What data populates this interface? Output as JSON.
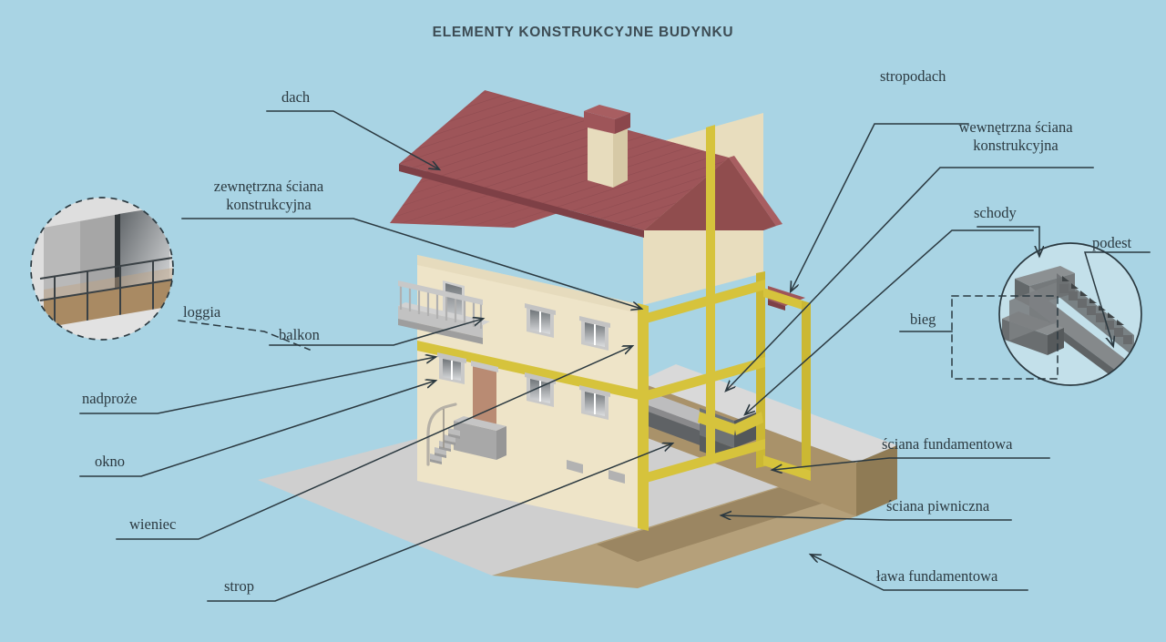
{
  "page": {
    "title": "ELEMENTY KONSTRUKCYJNE BUDYNKU",
    "language": "pl",
    "background_color": "#a9d4e4",
    "text_color": "#2c3a41"
  },
  "palette": {
    "background": "#a9d4e4",
    "roof_main": "#9e5559",
    "roof_shadow": "#8b474c",
    "wall_light": "#eee4c8",
    "wall_mid": "#e3d7b6",
    "wall_dark": "#d3c7a4",
    "structure_yellow": "#d6c33c",
    "structure_yellow_dark": "#b8a42c",
    "slab_grey": "#b9b9ba",
    "slab_grey_dark": "#8e8e90",
    "stairs_dark": "#5c6062",
    "stairs_mid": "#777b7d",
    "ground_grey": "#cfcfcf",
    "earth_brown": "#a08a63",
    "earth_brown_dark": "#8a7552",
    "line": "#2b3940",
    "inset_fill": "#dcdcdc"
  },
  "labels": [
    {
      "id": "dach",
      "text": "dach"
    },
    {
      "id": "zewnetrzna-sciana-konstrukcyjna",
      "text": "zewnętrzna ściana\nkonstrukcyjna",
      "line1": "zewnętrzna ściana",
      "line2": "konstrukcyjna"
    },
    {
      "id": "loggia",
      "text": "loggia"
    },
    {
      "id": "balkon",
      "text": "balkon"
    },
    {
      "id": "nadproze",
      "text": "nadproże"
    },
    {
      "id": "okno",
      "text": "okno"
    },
    {
      "id": "wieniec",
      "text": "wieniec"
    },
    {
      "id": "strop",
      "text": "strop"
    },
    {
      "id": "stropodach",
      "text": "stropodach"
    },
    {
      "id": "wewnetrzna-sciana-konstrukcyjna",
      "text": "wewnętrzna ściana\nkonstrukcyjna",
      "line1": "wewnętrzna ściana",
      "line2": "konstrukcyjna"
    },
    {
      "id": "schody",
      "text": "schody"
    },
    {
      "id": "podest",
      "text": "podest"
    },
    {
      "id": "bieg",
      "text": "bieg"
    },
    {
      "id": "sciana-fundamentowa",
      "text": "ściana fundamentowa"
    },
    {
      "id": "sciana-piwniczna",
      "text": "ściana piwniczna"
    },
    {
      "id": "lawa-fundamentowa",
      "text": "ława fundamentowa"
    }
  ],
  "insets": [
    {
      "id": "loggia-inset",
      "style": "dashed-circle",
      "depicts": "loggia-photo"
    },
    {
      "id": "schody-inset",
      "style": "solid-circle",
      "depicts": "staircase-flight-and-landing"
    }
  ],
  "illustration": {
    "subject": "cutaway isometric single-family house",
    "parts": [
      "dach",
      "stropodach",
      "komin",
      "zewnetrzna-sciana-konstrukcyjna",
      "wewnetrzna-sciana-konstrukcyjna",
      "wieniec",
      "strop",
      "nadproze",
      "okno",
      "balkon",
      "schody",
      "sciana-fundamentowa",
      "sciana-piwniczna",
      "lawa-fundamentowa",
      "drzwi-wejsciowe",
      "schody-wejsciowe"
    ]
  }
}
